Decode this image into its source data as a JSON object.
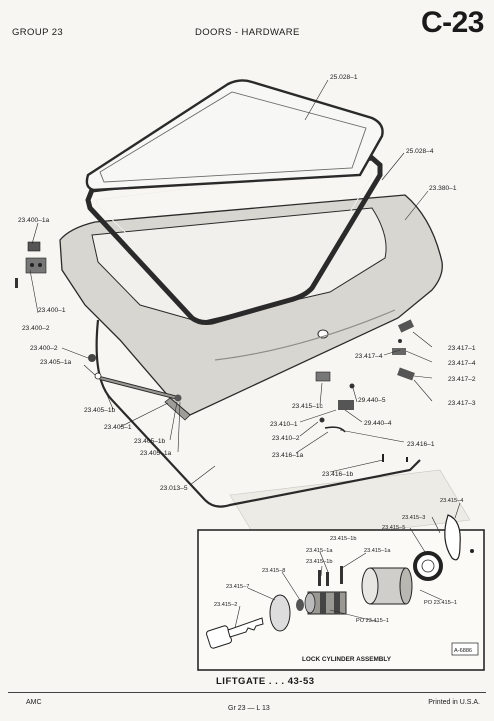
{
  "header": {
    "group": "GROUP 23",
    "title": "DOORS - HARDWARE",
    "page_code": "C-23"
  },
  "callouts": {
    "glass": "25.028–1",
    "seal": "25.028–4",
    "liftgate": "23.380–1",
    "h_400_1a": "23.400–1a",
    "h_400_1": "23.400–1",
    "h_400_2a": "23.400–2",
    "h_400_2b": "23.400–2",
    "h_405_1a": "23.405–1a",
    "h_405_1b": "23.405–1b",
    "h_405_1": "23.405–1",
    "h_405_1b2": "23.405–1b",
    "h_405_1a2": "23.405–1a",
    "h_013_5": "23.013–5",
    "h_417_4a": "23.417–4",
    "h_417_1": "23.417–1",
    "h_417_4b": "23.417–4",
    "h_417_2": "23.417–2",
    "h_417_3": "23.417–3",
    "h_415_1c": "23.415–1c",
    "h_410_1": "23.410–1",
    "h_410_2": "23.410–2",
    "h_440_5": "29.440–5",
    "h_440_4": "29.440–4",
    "h_416_1": "23.416–1",
    "h_416_1a": "23.416–1a",
    "h_416_1b": "23.416–1b"
  },
  "lock_assembly": {
    "title": "LOCK CYLINDER ASSEMBLY",
    "code": "A-6886",
    "callouts": {
      "c_415_4": "23.415–4",
      "c_415_3": "23.415–3",
      "c_415_5": "23.415–5",
      "c_415_1b_top": "23.415–1b",
      "c_415_1a_left": "23.415–1a",
      "c_415_1a_right": "23.415–1a",
      "c_415_1b_mid": "23.415–1b",
      "c_415_8": "23.415–8",
      "c_415_7": "23.415–7",
      "c_415_2": "23.415–2",
      "po_1_right": "PO 23.415–1",
      "po_1_bottom": "PO 23.415–1"
    }
  },
  "section_label": "LIFTGATE . . . 43-53",
  "footer": {
    "left": "AMC",
    "page_ref": "Gr 23 — L 13",
    "right": "Printed  in U.S.A."
  }
}
